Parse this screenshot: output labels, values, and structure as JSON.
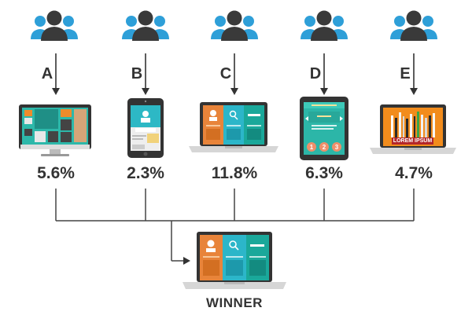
{
  "variants": [
    {
      "letter": "A",
      "rate": "5.6%",
      "device": "desktop"
    },
    {
      "letter": "B",
      "rate": "2.3%",
      "device": "phone"
    },
    {
      "letter": "C",
      "rate": "11.8%",
      "device": "laptop"
    },
    {
      "letter": "D",
      "rate": "6.3%",
      "device": "tablet"
    },
    {
      "letter": "E",
      "rate": "4.7%",
      "device": "laptop-books"
    }
  ],
  "device_e_banner": "LOREM IPSUM",
  "winner_label": "WINNER",
  "icons": {
    "users": "user-group-icon",
    "arrow": "arrow-down-icon"
  },
  "colors": {
    "people_front": "#3a3a3a",
    "people_side": "#2e9fd8",
    "text": "#333333",
    "line": "#444444",
    "screen_teal": "#1aa89a",
    "screen_orange": "#e8843a",
    "screen_blue": "#2cb6c9"
  }
}
